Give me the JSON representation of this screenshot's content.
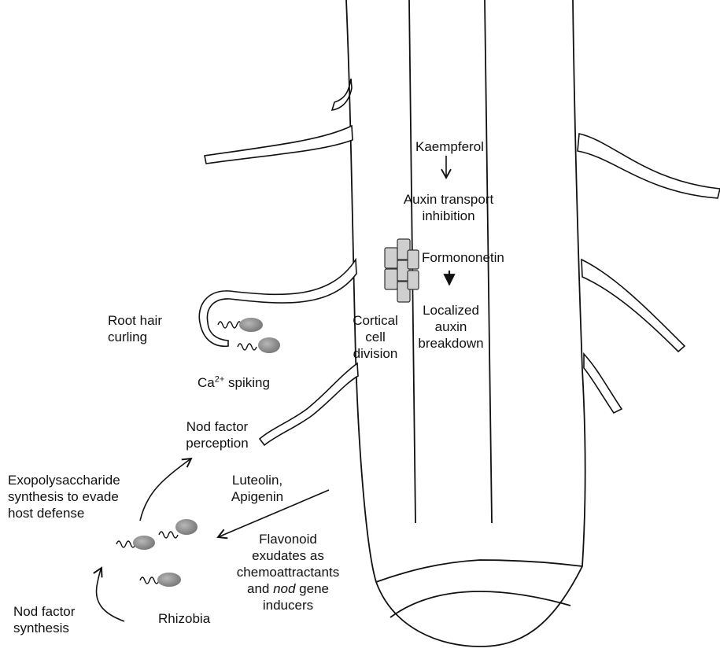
{
  "labels": {
    "kaempferol": "Kaempferol",
    "auxin_transport_line1": "Auxin transport",
    "auxin_transport_line2": "inhibition",
    "formononetin": "Formononetin",
    "localized_line1": "Localized",
    "localized_line2": "auxin",
    "localized_line3": "breakdown",
    "cortical_line1": "Cortical",
    "cortical_line2": "cell",
    "cortical_line3": "division",
    "root_hair_line1": "Root hair",
    "root_hair_line2": "curling",
    "ca_prefix": "Ca",
    "ca_superscript": "2+",
    "ca_suffix": " spiking",
    "nod_perception_line1": "Nod factor",
    "nod_perception_line2": "perception",
    "exopoly_line1": "Exopolysaccharide",
    "exopoly_line2": "synthesis to evade",
    "exopoly_line3": "host defense",
    "luteolin_line1": "Luteolin,",
    "luteolin_line2": "Apigenin",
    "flavonoid_line1": "Flavonoid",
    "flavonoid_line2": "exudates as",
    "flavonoid_line3": "chemoattractants",
    "flavonoid_line4_pre": "and ",
    "flavonoid_line4_italic": "nod",
    "flavonoid_line4_post": " gene",
    "flavonoid_line5": "inducers",
    "nod_synthesis_line1": "Nod factor",
    "nod_synthesis_line2": "synthesis",
    "rhizobia": "Rhizobia"
  }
}
